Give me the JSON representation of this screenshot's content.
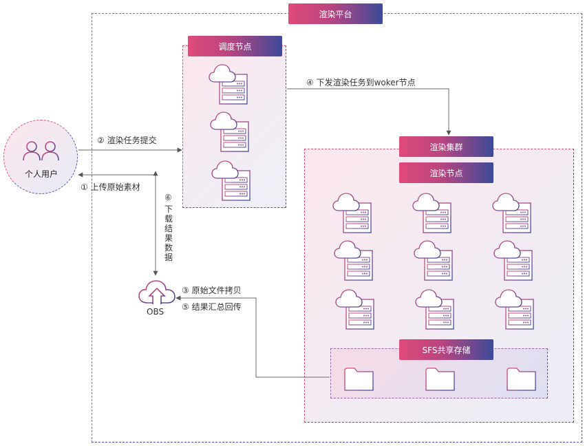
{
  "platform": {
    "title": "渲染平台"
  },
  "scheduler": {
    "title": "调度节点"
  },
  "cluster": {
    "title": "渲染集群",
    "node_title": "渲染节点"
  },
  "storage": {
    "title": "SFS共享存储"
  },
  "user": {
    "label": "个人用户"
  },
  "obs": {
    "label": "OBS"
  },
  "steps": {
    "s1": "① 上传原始素材",
    "s2": "② 渲染任务提交",
    "s3": "③ 原始文件拷贝",
    "s4": "④ 下发渲染任务到woker节点",
    "s5": "⑤ 结果汇总回传",
    "s6_num": "⑥",
    "s6_text": "下载结果数据"
  },
  "colors": {
    "pink": "#e04a7a",
    "blue": "#3d4a9a",
    "line": "#666666"
  },
  "icons": {
    "server": "cloud-server-icon",
    "folder": "folder-icon",
    "user": "users-icon",
    "obs": "cloud-upload-icon"
  }
}
